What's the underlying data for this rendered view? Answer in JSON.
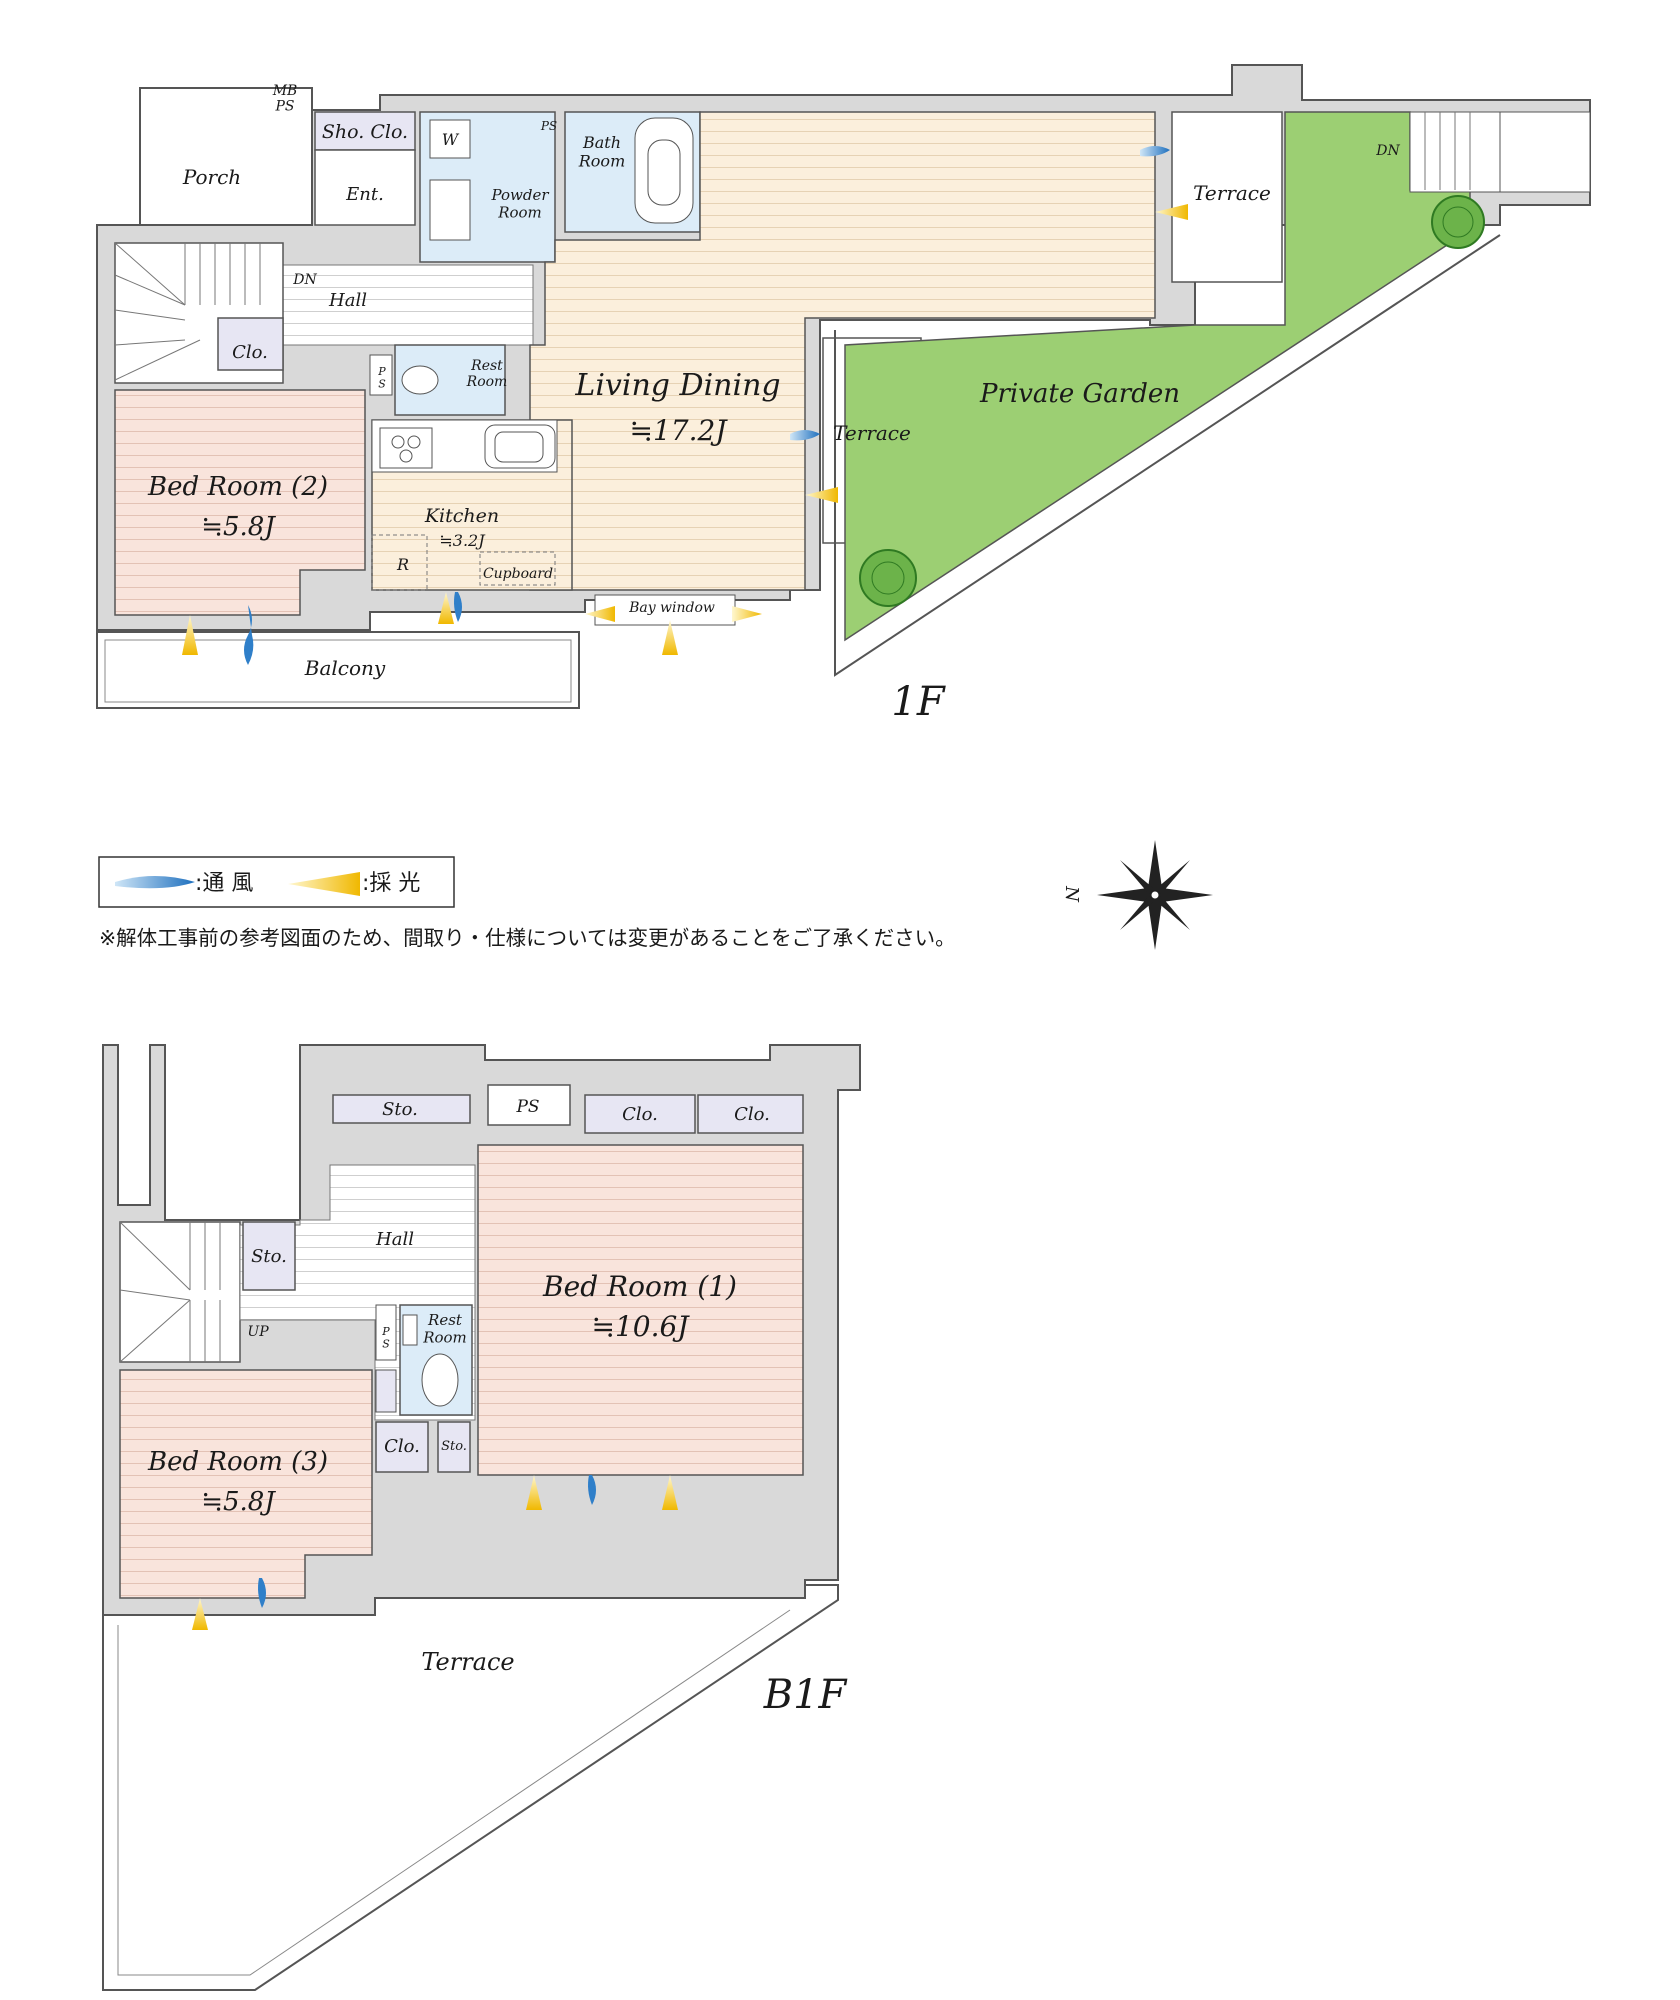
{
  "colors": {
    "wall": "#d9d9d9",
    "wall_stroke": "#555555",
    "floor_wood": "#fbefdc",
    "bedroom_floor": "#f9e4dc",
    "wet_area": "#dcecf8",
    "storage": "#e7e6f3",
    "garden": "#9ccf73",
    "wind": "#2f7fc9",
    "light": "#f1c40f"
  },
  "floor_1f": {
    "floor_label": "1F",
    "rooms": {
      "mb_ps": "MB\nPS",
      "porch": "Porch",
      "shoe_closet": "Sho. Clo.",
      "entrance": "Ent.",
      "washer": "W",
      "powder_room": "Powder\nRoom",
      "ps_bath": "PS",
      "bath_room": "Bath\nRoom",
      "hall": "Hall",
      "dn_stairs": "DN",
      "closet": "Clo.",
      "rest_room": "Rest\nRoom",
      "ps_rest": "P\nS",
      "living_dining": "Living Dining",
      "living_dining_size": "≒17.2J",
      "bed_room_2": "Bed Room (2)",
      "bed_room_2_size": "≒5.8J",
      "kitchen": "Kitchen",
      "kitchen_size": "≒3.2J",
      "fridge": "R",
      "cupboard": "Cupboard",
      "bay_window": "Bay window",
      "balcony": "Balcony",
      "terrace_north": "Terrace",
      "terrace_mid": "Terrace",
      "private_garden": "Private Garden",
      "dn_garden": "DN"
    }
  },
  "legend": {
    "wind_label": ":通 風",
    "light_label": ":採 光"
  },
  "note": "※解体工事前の参考図面のため、間取り・仕様については変更があることをご了承ください。",
  "compass": {
    "north_label": "N"
  },
  "floor_b1f": {
    "floor_label": "B1F",
    "rooms": {
      "storage_top": "Sto.",
      "ps": "PS",
      "closet_1": "Clo.",
      "closet_2": "Clo.",
      "hall": "Hall",
      "storage_stair": "Sto.",
      "up_stairs": "UP",
      "rest_room": "Rest\nRoom",
      "ps_rest": "P\nS",
      "bed_room_1": "Bed Room (1)",
      "bed_room_1_size": "≒10.6J",
      "bed_room_3": "Bed Room (3)",
      "bed_room_3_size": "≒5.8J",
      "closet_3": "Clo.",
      "storage_small": "Sto.",
      "terrace": "Terrace"
    }
  }
}
